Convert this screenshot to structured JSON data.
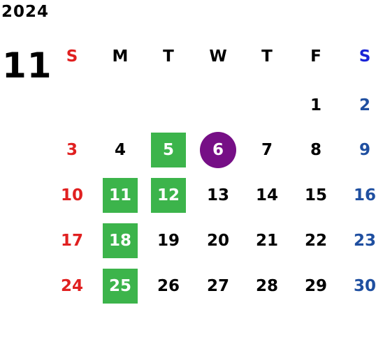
{
  "calendar": {
    "year": "2024",
    "month": "11",
    "colors": {
      "sunday": "#e02020",
      "saturday_header": "#1a24d6",
      "saturday": "#1f4fa0",
      "weekday": "#000000",
      "highlight_green": "#3cb44b",
      "highlight_purple": "#760f86",
      "highlight_text": "#ffffff"
    },
    "weekdays": [
      "S",
      "M",
      "T",
      "W",
      "T",
      "F",
      "S"
    ],
    "weeks": [
      [
        "",
        "",
        "",
        "",
        "",
        "1",
        "2"
      ],
      [
        "3",
        "4",
        "5",
        "6",
        "7",
        "8",
        "9"
      ],
      [
        "10",
        "11",
        "12",
        "13",
        "14",
        "15",
        "16"
      ],
      [
        "17",
        "18",
        "19",
        "20",
        "21",
        "22",
        "23"
      ],
      [
        "24",
        "25",
        "26",
        "27",
        "28",
        "29",
        "30"
      ]
    ],
    "highlighted_green": [
      "5",
      "11",
      "12",
      "18",
      "25"
    ],
    "highlighted_today": "6"
  }
}
